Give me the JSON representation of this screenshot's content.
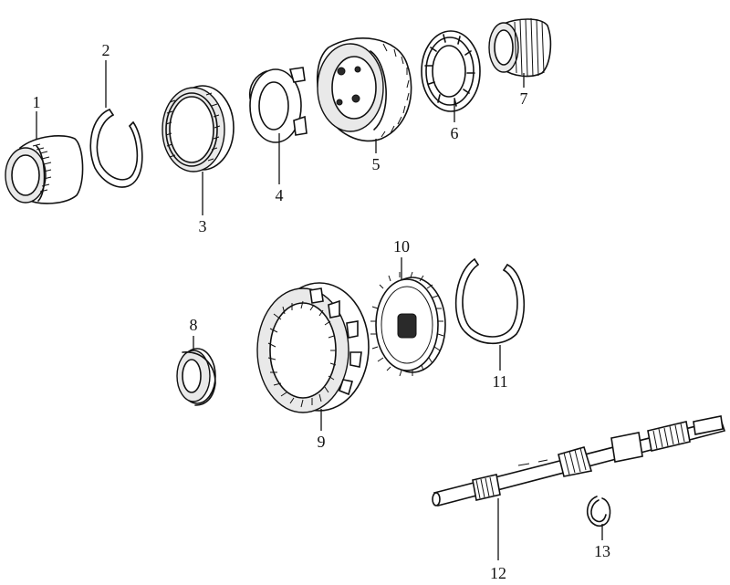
{
  "parts": [
    {
      "id": "part-1",
      "number": "1"
    },
    {
      "id": "part-2",
      "number": "2"
    },
    {
      "id": "part-3",
      "number": "3"
    },
    {
      "id": "part-4",
      "number": "4"
    },
    {
      "id": "part-5",
      "number": "5"
    },
    {
      "id": "part-6",
      "number": "6"
    },
    {
      "id": "part-7",
      "number": "7"
    },
    {
      "id": "part-8",
      "number": "8"
    },
    {
      "id": "part-9",
      "number": "9"
    },
    {
      "id": "part-10",
      "number": "10"
    },
    {
      "id": "part-11",
      "number": "11"
    },
    {
      "id": "part-12",
      "number": "12"
    },
    {
      "id": "part-13",
      "number": "13"
    }
  ]
}
